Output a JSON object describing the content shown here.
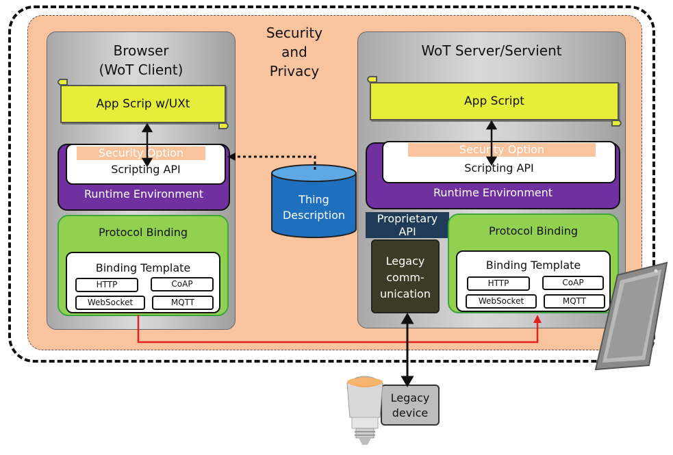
{
  "security_privacy": "Security\nand\nPrivacy",
  "client": {
    "title": "Browser\n(WoT Client)",
    "app_script": "App Scrip w/UXt",
    "security_option": "Security Option",
    "scripting_api": "Scripting API",
    "runtime": "Runtime Environment",
    "protocol_binding": "Protocol Binding",
    "binding_template": "Binding Template",
    "protocols": [
      "HTTP",
      "CoAP",
      "WebSocket",
      "MQTT"
    ]
  },
  "server": {
    "title": "WoT Server/Servient",
    "app_script": "App Script",
    "security_option": "Security Option",
    "scripting_api": "Scripting API",
    "runtime": "Runtime Environment",
    "protocol_binding": "Protocol Binding",
    "binding_template": "Binding Template",
    "protocols": [
      "HTTP",
      "CoAP",
      "WebSocket",
      "MQTT"
    ],
    "proprietary_api": "Proprietary\nAPI",
    "legacy_comm": "Legacy\ncomm-\nunication"
  },
  "thing_description": "Thing\nDescription",
  "legacy_device": "Legacy\ndevice",
  "colors": {
    "orange": "#f8c39d",
    "yellow": "#e6ee3a",
    "purple": "#7030a0",
    "green": "#92d050",
    "blue": "#2e75b6",
    "red_link": "#e32020"
  }
}
